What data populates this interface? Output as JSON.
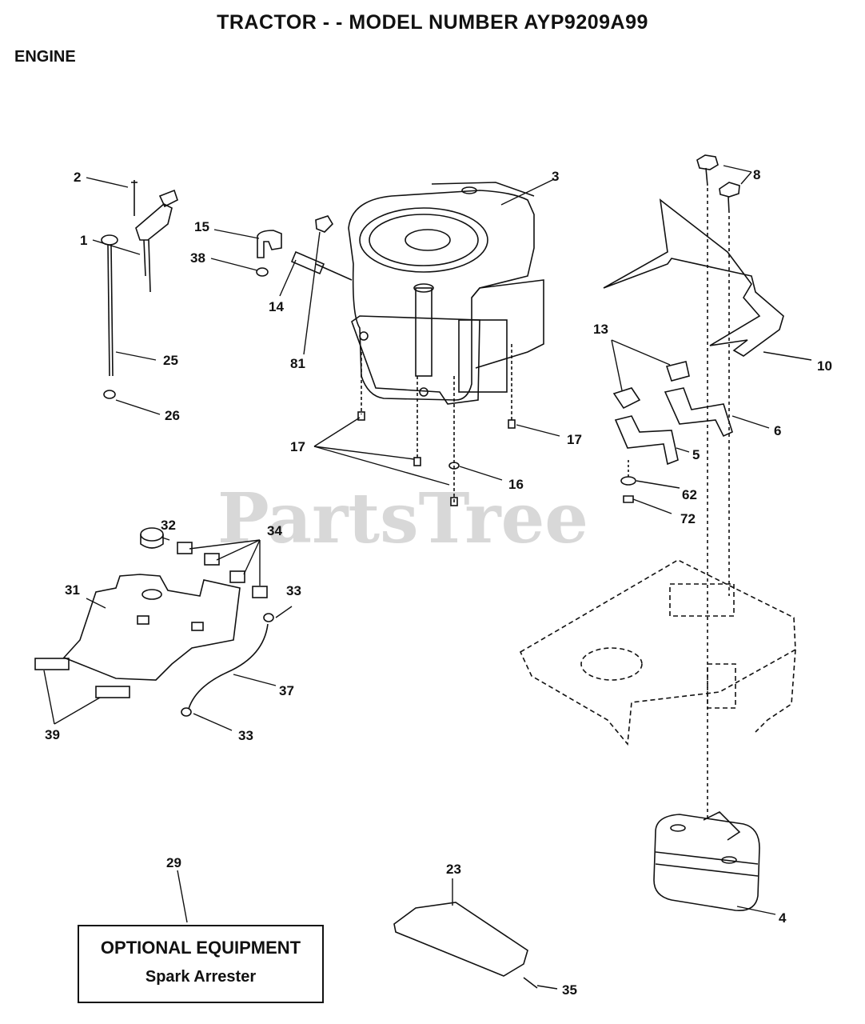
{
  "header": {
    "title": "TRACTOR - - MODEL NUMBER AYP9209A99",
    "section": "ENGINE"
  },
  "watermark": "PartsTree",
  "callouts": [
    "1",
    "2",
    "3",
    "4",
    "5",
    "6",
    "8",
    "10",
    "13",
    "14",
    "15",
    "16",
    "17",
    "23",
    "25",
    "26",
    "29",
    "31",
    "32",
    "33",
    "34",
    "35",
    "37",
    "38",
    "39",
    "62",
    "72",
    "81"
  ],
  "optional_box": {
    "title": "OPTIONAL EQUIPMENT",
    "subtitle": "Spark Arrester"
  }
}
